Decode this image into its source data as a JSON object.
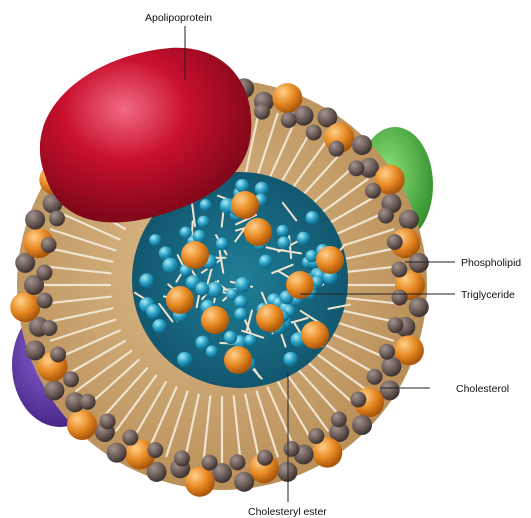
{
  "labels": {
    "apolipoprotein": "Apolipoprotein",
    "phospholipid": "Phospholipid",
    "triglyceride": "Triglyceride",
    "cholesterol": "Cholesterol",
    "cholesteryl_ester": "Cholesteryl ester"
  },
  "colors": {
    "apolipoprotein_red": "#c8102e",
    "apolipoprotein_green": "#3aa534",
    "apolipoprotein_purple": "#5a2fa0",
    "phospholipid_head": "#6b5b57",
    "cholesterol_orange": "#e88a24",
    "shell_tan": "#c9a06a",
    "triglyceride_blue": "#2aa0c4",
    "tail_cream": "#efe4cf"
  },
  "icons": [
    "lipoprotein-particle-illustration"
  ]
}
